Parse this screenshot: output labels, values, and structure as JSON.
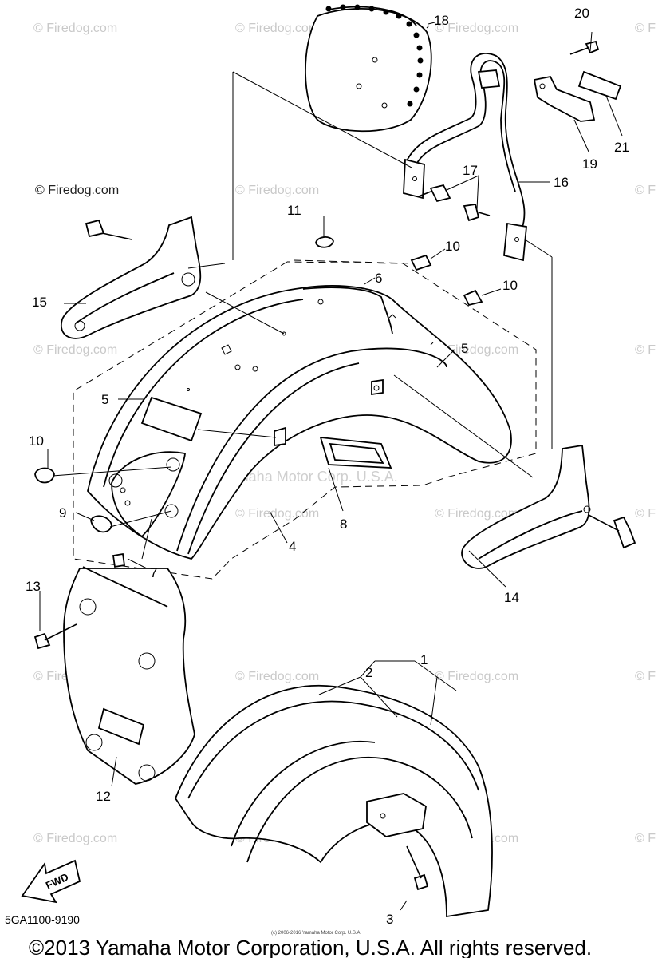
{
  "watermarks": {
    "firedog": "© Firedog.com",
    "firedog_short": "© F",
    "yamaha_center": "Yamaha Motor Corp. U.S.A."
  },
  "callouts": {
    "c1": "1",
    "c2": "2",
    "c3": "3",
    "c4": "4",
    "c5a": "5",
    "c5b": "5",
    "c6": "6",
    "c7": "7",
    "c8": "8",
    "c9": "9",
    "c10a": "10",
    "c10b": "10",
    "c10c": "10",
    "c11": "11",
    "c12": "12",
    "c13": "13",
    "c14": "14",
    "c15": "15",
    "c16": "16",
    "c17": "17",
    "c18": "18",
    "c19": "19",
    "c20": "20",
    "c21": "21"
  },
  "fwd_label": "FWD",
  "part_code": "5GA1100-9190",
  "small_print": "(c) 2006-2016 Yamaha Motor Corp. U.S.A.",
  "copyright": "©2013 Yamaha Motor Corporation, U.S.A. All rights reserved."
}
